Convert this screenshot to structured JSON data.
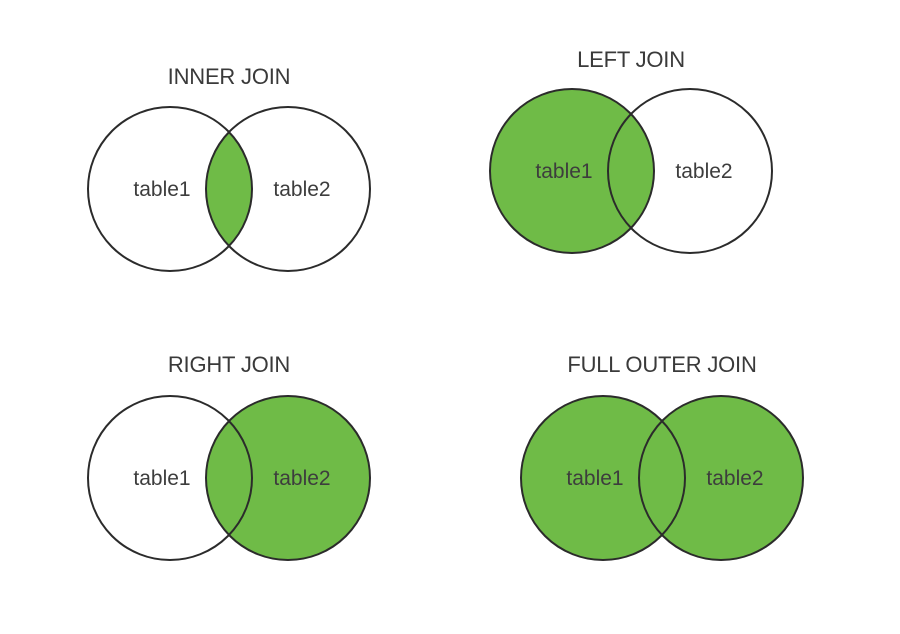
{
  "figure": {
    "description_label": "SQL join types shown as Venn diagrams"
  },
  "colors": {
    "background": "#ffffff",
    "green": "#6fbb47",
    "white": "#ffffff",
    "outline": "#2b2b2b",
    "text": "#3d3d3d"
  },
  "diagrams": [
    {
      "title": "INNER JOIN",
      "left_label": "table1",
      "right_label": "table2",
      "left_fill": "#ffffff",
      "right_fill": "#ffffff",
      "intersection_fill": "#6fbb47"
    },
    {
      "title": "LEFT JOIN",
      "left_label": "table1",
      "right_label": "table2",
      "left_fill": "#6fbb47",
      "right_fill": "#ffffff",
      "intersection_fill": "#6fbb47"
    },
    {
      "title": "RIGHT JOIN",
      "left_label": "table1",
      "right_label": "table2",
      "left_fill": "#ffffff",
      "right_fill": "#6fbb47",
      "intersection_fill": "#6fbb47"
    },
    {
      "title": "FULL OUTER JOIN",
      "left_label": "table1",
      "right_label": "table2",
      "left_fill": "#6fbb47",
      "right_fill": "#6fbb47",
      "intersection_fill": "#6fbb47"
    }
  ]
}
